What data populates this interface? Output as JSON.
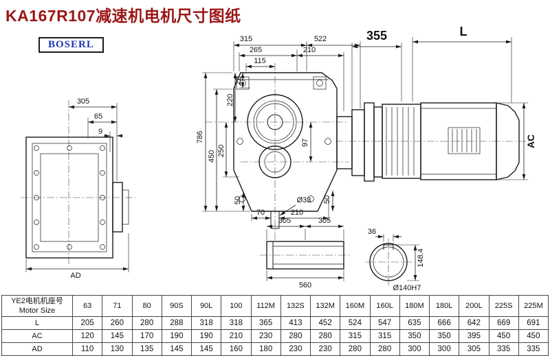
{
  "title": "KA167R107减速机电机尺寸图纸",
  "brand": "BOSERL",
  "colors": {
    "title_accent": "#9a1616",
    "brand_blue": "#1d35b0",
    "line": "#1a1a1a"
  },
  "drawing": {
    "side_view": {
      "d305": "305",
      "d65": "65",
      "d9": "9",
      "dAD": "AD"
    },
    "front_view": {
      "d315": "315",
      "d522": "522",
      "d265": "265",
      "d210_top": "210",
      "d115": "115",
      "d22": "22",
      "d220": "220",
      "d250": "250",
      "d450": "450",
      "d786": "786",
      "d97": "97",
      "d50_left": "50",
      "d70": "70",
      "d210_bottom": "210",
      "d33": "Ø33",
      "d50_right": "50"
    },
    "motor_view": {
      "d355": "355",
      "dL": "L",
      "dAC": "AC"
    },
    "shaft_view": {
      "d305_a": "305",
      "d305_b": "305",
      "d560": "560"
    },
    "bore_view": {
      "d36": "36",
      "d148": "148.4",
      "d140": "Ø140H7"
    }
  },
  "table": {
    "header_cn": "YE2电机机座号",
    "header_en": "Motor Size",
    "sizes": [
      "63",
      "71",
      "80",
      "90S",
      "90L",
      "100",
      "112M",
      "132S",
      "132M",
      "160M",
      "160L",
      "180M",
      "180L",
      "200L",
      "225S",
      "225M"
    ],
    "rows": [
      {
        "label": "L",
        "values": [
          "205",
          "260",
          "280",
          "288",
          "318",
          "318",
          "365",
          "413",
          "452",
          "524",
          "547",
          "635",
          "666",
          "642",
          "669",
          "691"
        ]
      },
      {
        "label": "AC",
        "values": [
          "120",
          "145",
          "170",
          "190",
          "190",
          "210",
          "230",
          "280",
          "280",
          "315",
          "315",
          "350",
          "350",
          "395",
          "450",
          "450"
        ]
      },
      {
        "label": "AD",
        "values": [
          "110",
          "130",
          "135",
          "145",
          "145",
          "160",
          "180",
          "230",
          "230",
          "280",
          "280",
          "300",
          "300",
          "305",
          "335",
          "335"
        ]
      }
    ]
  }
}
